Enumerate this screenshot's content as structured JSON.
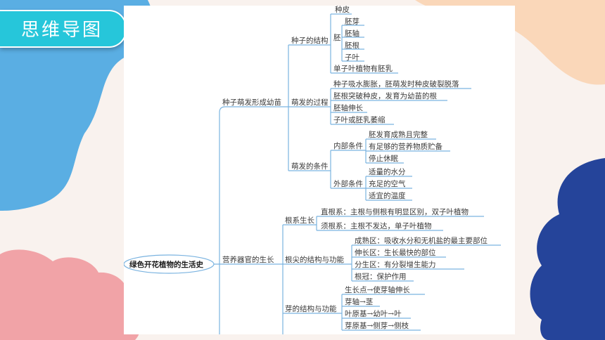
{
  "header": {
    "title": "思维导图"
  },
  "colors": {
    "accent": "#26c6da",
    "blob_blue": "#5aaee3",
    "blob_pink": "#f1a3a7",
    "blob_peach": "#fad7b9",
    "blob_navy": "#25449a",
    "line": "#7ab3e0"
  },
  "mindmap": {
    "root": "绿色开花植物的生活史",
    "b1": {
      "label": "种子萌发形成幼苗",
      "structure": {
        "label": "种子的结构",
        "seed_coat": "种皮",
        "embryo": {
          "label": "胚",
          "items": [
            "胚芽",
            "胚轴",
            "胚根",
            "子叶"
          ]
        },
        "monocot": "单子叶植物有胚乳"
      },
      "process": {
        "label": "萌发的过程",
        "items": [
          "种子吸水膨胀，胚萌发时种皮破裂脱落",
          "胚根突破种皮，发育为幼苗的根",
          "胚轴伸长",
          "子叶或胚乳萎缩"
        ]
      },
      "conditions": {
        "label": "萌发的条件",
        "internal": {
          "label": "内部条件",
          "items": [
            "胚发育成熟且完整",
            "有足够的营养物质贮备",
            "停止休眠"
          ]
        },
        "external": {
          "label": "外部条件",
          "items": [
            "适量的水分",
            "充足的空气",
            "适宜的温度"
          ]
        }
      }
    },
    "b2": {
      "label": "营养器官的生长",
      "roots": {
        "label": "根系生长",
        "items": [
          "直根系：主根与侧根有明显区别，双子叶植物",
          "须根系：主根不发达，单子叶植物"
        ]
      },
      "root_tip": {
        "label": "根尖的结构与功能",
        "items": [
          "成熟区：吸收水分和无机盐的最主要部位",
          "伸长区：生长最快的部位",
          "分生区：有分裂增生能力",
          "根冠：保护作用"
        ]
      },
      "bud": {
        "label": "芽的结构与功能",
        "items": [
          "生长点→使芽轴伸长",
          "芽轴→茎",
          "叶原基→幼叶→叶",
          "芽原基→侧芽→侧枝"
        ]
      }
    }
  }
}
